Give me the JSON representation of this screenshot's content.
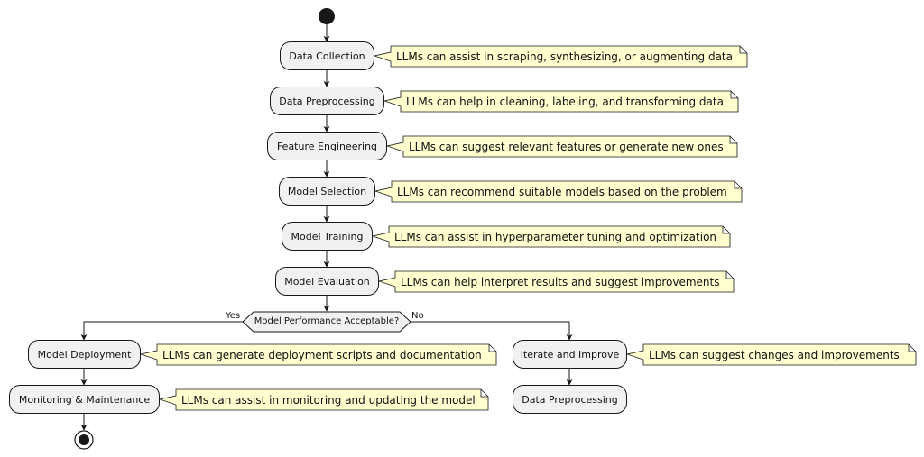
{
  "steps": {
    "collection": "Data Collection",
    "preprocessing": "Data Preprocessing",
    "feature_engineering": "Feature Engineering",
    "model_selection": "Model Selection",
    "model_training": "Model Training",
    "model_evaluation": "Model Evaluation",
    "model_deployment": "Model Deployment",
    "monitoring": "Monitoring & Maintenance",
    "iterate": "Iterate and Improve",
    "preprocessing_again": "Data Preprocessing"
  },
  "notes": {
    "collection": "LLMs can assist in scraping, synthesizing, or augmenting data",
    "preprocessing": "LLMs can help in cleaning, labeling, and transforming data",
    "feature_engineering": "LLMs can suggest relevant features or generate new ones",
    "model_selection": "LLMs can recommend suitable models based on the problem",
    "model_training": "LLMs can assist in hyperparameter tuning and optimization",
    "model_evaluation": "LLMs can help interpret results and suggest improvements",
    "model_deployment": "LLMs can generate deployment scripts and documentation",
    "monitoring": "LLMs can assist in monitoring and updating the model",
    "iterate": "LLMs can suggest changes and improvements"
  },
  "decision": {
    "question": "Model Performance Acceptable?",
    "yes_label": "Yes",
    "no_label": "No"
  },
  "colors": {
    "node_fill": "#f1f1f1",
    "note_fill": "#fefece",
    "line": "#181818"
  }
}
